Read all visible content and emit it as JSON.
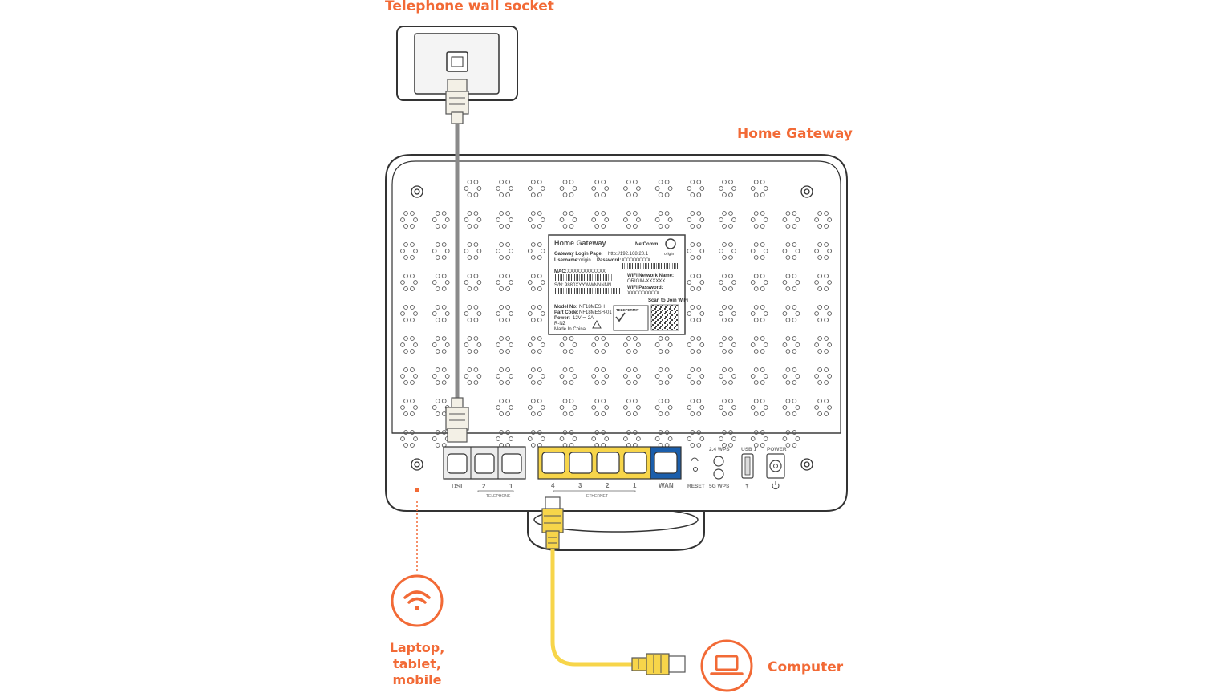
{
  "callouts": {
    "telephone_wall_socket": "Telephone wall socket",
    "home_gateway": "Home Gateway",
    "wireless_devices": "Laptop, tablet, mobile",
    "computer": "Computer"
  },
  "router_label": {
    "title": "Home Gateway",
    "brand": "NetComm",
    "origin_logo": "origin",
    "login_page_label": "Gateway Login Page:",
    "login_page_value": "http://192.168.20.1",
    "username_label": "Username:",
    "username_value": "origin",
    "password_label": "Password:",
    "password_value": "XXXXXXXXX",
    "mac_label": "MAC:",
    "mac_value": "XXXXXXXXXXXX",
    "sn_label": "S/N:",
    "sn_value": "9880XYYWWNNNNN",
    "wifi_name_label": "WiFi Network Name:",
    "wifi_name_value": "ORIGIN-XXXXXX",
    "wifi_password_label": "WiFi Password:",
    "wifi_password_value": "XXXXXXXXXX",
    "scan_text": "Scan to Join WiFi",
    "model_label": "Model No:",
    "model_value": "NF18MESH",
    "part_label": "Part Code:",
    "part_value": "NF18MESH-01",
    "power_label": "Power:",
    "power_value": "12V ⎓ 2A",
    "rnz": "R-NZ",
    "made_in": "Made In China",
    "telepermit": "TELEPERMIT"
  },
  "ports": {
    "dsl": "DSL",
    "tel_2": "2",
    "tel_1": "1",
    "telephone_group": "TELEPHONE",
    "eth_4": "4",
    "eth_3": "3",
    "eth_2": "2",
    "eth_1": "1",
    "ethernet_group": "ETHERNET",
    "wan": "WAN",
    "reset": "RESET",
    "wps_24": "2.4 WPS",
    "wps_5g": "5G WPS",
    "usb": "USB 1",
    "power": "POWER"
  },
  "colors": {
    "accent": "#f26a36",
    "ethernet_ports": "#f7d54a",
    "wan_port": "#1b5eab",
    "ethernet_cable": "#f7d54a",
    "phone_cable": "#8a8a8a",
    "outline": "#333333"
  },
  "icons": {
    "wireless": "wifi-icon",
    "computer": "laptop-icon"
  }
}
